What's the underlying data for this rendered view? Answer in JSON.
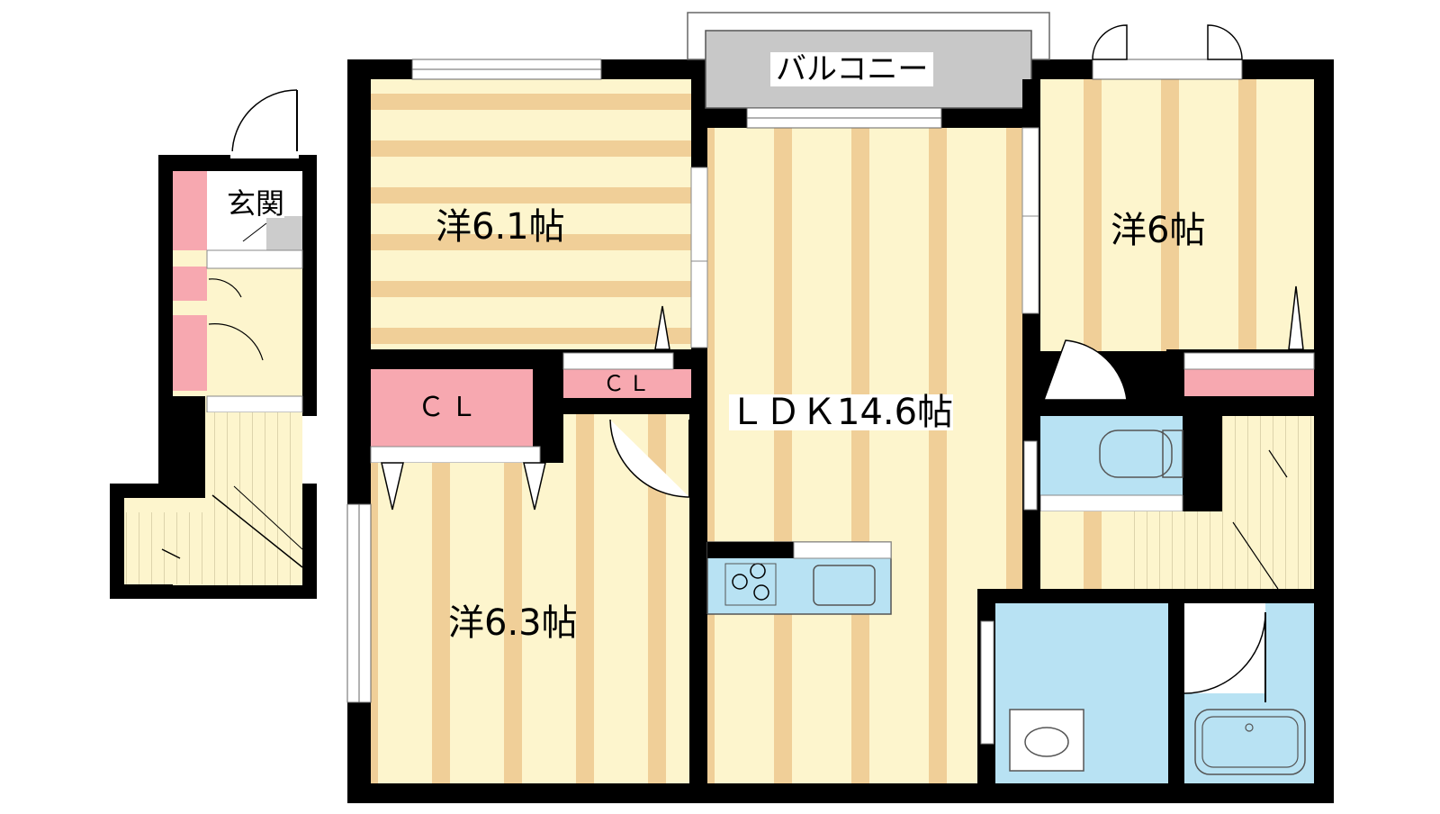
{
  "floorplan": {
    "colors": {
      "wall": "#000000",
      "floor_stripe_a": "#fdf5cd",
      "floor_stripe_b": "#f0cf98",
      "closet": "#f7a8b0",
      "wet_area": "#b8e2f3",
      "balcony": "#c8c8c8",
      "entrance_floor": "#cccccc"
    },
    "rooms": {
      "western_1": "洋6.1帖",
      "western_2": "洋6帖",
      "western_3": "洋6.3帖",
      "ldk": "ＬＤＫ14.6帖",
      "balcony": "バルコニー",
      "entrance": "玄関",
      "closet_large": "ＣＬ",
      "closet_small": "ＣＬ"
    }
  }
}
